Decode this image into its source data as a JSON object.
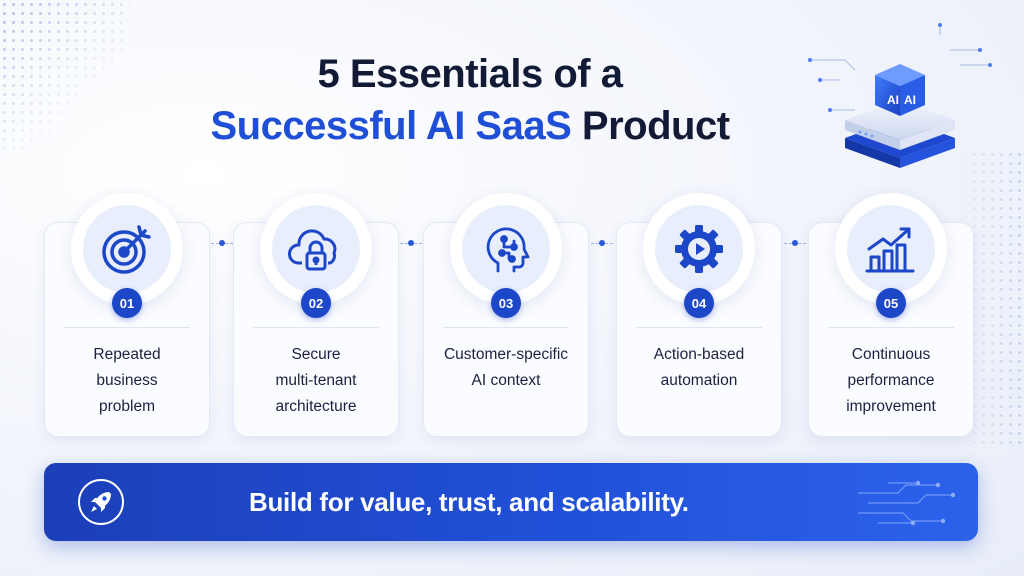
{
  "title": {
    "line1": "5 Essentials of a",
    "line2_accent": "Successful AI SaaS",
    "line2_rest": " Product"
  },
  "hero_icon": {
    "label": "AI",
    "name": "ai-server-icon"
  },
  "colors": {
    "accent": "#1e4fd6",
    "banner": "#2150d8",
    "badge": "#1d47c9"
  },
  "essentials": [
    {
      "number": "01",
      "label": "Repeated\nbusiness\nproblem",
      "icon": "target-icon"
    },
    {
      "number": "02",
      "label": "Secure\nmulti-tenant\narchitecture",
      "icon": "cloud-lock-icon"
    },
    {
      "number": "03",
      "label": "Customer-specific\nAI context",
      "icon": "ai-brain-icon"
    },
    {
      "number": "04",
      "label": "Action-based\nautomation",
      "icon": "gear-play-icon"
    },
    {
      "number": "05",
      "label": "Continuous\nperformance\nimprovement",
      "icon": "growth-chart-icon"
    }
  ],
  "banner": {
    "text": "Build for value, trust, and scalability.",
    "icon": "rocket-icon"
  }
}
